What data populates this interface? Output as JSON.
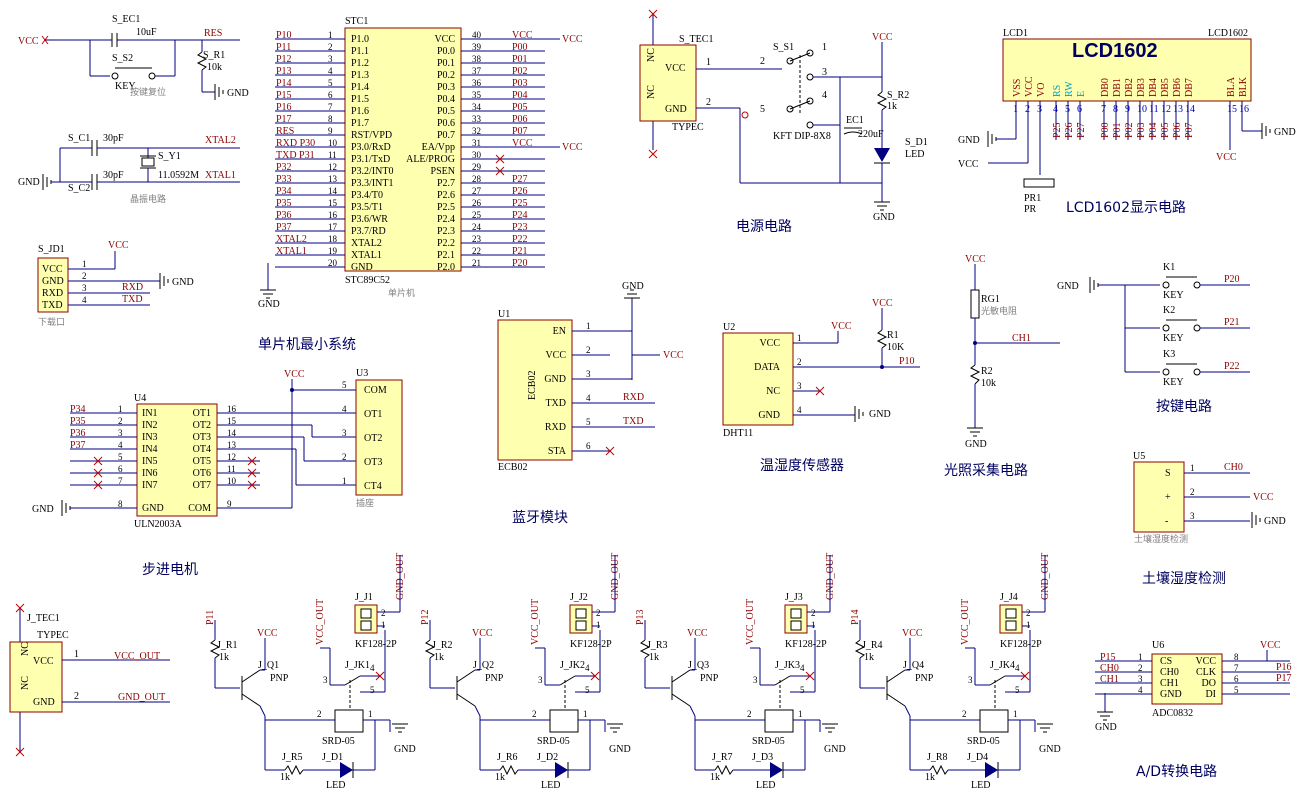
{
  "captions": {
    "mcu": "单片机最小系统",
    "power": "电源电路",
    "lcd": "LCD1602显示电路",
    "bt": "蓝牙模块",
    "dht": "温湿度传感器",
    "light": "光照采集电路",
    "keys": "按键电路",
    "stepper": "步进电机",
    "soil": "土壤湿度检测",
    "adc": "A/D转换电路",
    "reset_cn": "按键复位",
    "crystal_cn": "晶振电路",
    "mcu_cn": "单片机",
    "download_cn": "下载口",
    "socket_cn": "插座",
    "photores_cn": "光敏电阻",
    "soil_cn": "土壤湿度检测"
  },
  "nets": {
    "vcc": "VCC",
    "gnd": "GND",
    "res": "RES",
    "xtal1": "XTAL1",
    "xtal2": "XTAL2",
    "rxd": "RXD",
    "txd": "TXD",
    "vcc_out": "VCC_OUT",
    "gnd_out": "GND_OUT",
    "p10": "P10",
    "p11": "P11",
    "p12": "P12",
    "p13": "P13",
    "p14": "P14",
    "p15": "P15",
    "p16": "P16",
    "p17": "P17",
    "p20": "P20",
    "p21": "P21",
    "p22": "P22",
    "p34": "P34",
    "p35": "P35",
    "p36": "P36",
    "p37": "P37",
    "ch0": "CH0",
    "ch1": "CH1"
  },
  "reset": {
    "ref_c": "S_EC1",
    "val_c": "10uF",
    "ref_s": "S_S2",
    "ref_r": "S_R1",
    "val_r": "10k",
    "key": "KEY"
  },
  "crystal": {
    "c1": "S_C1",
    "c2": "S_C2",
    "cval": "30pF",
    "y": "S_Y1",
    "yval": "11.0592M"
  },
  "download": {
    "ref": "S_JD1",
    "pins": [
      "VCC",
      "GND",
      "RXD",
      "TXD"
    ],
    "nums": [
      "1",
      "2",
      "3",
      "4"
    ]
  },
  "mcu": {
    "ref": "STC1",
    "part": "STC89C52",
    "left_nets": [
      "P10",
      "P11",
      "P12",
      "P13",
      "P14",
      "P15",
      "P16",
      "P17",
      "RES",
      "RXD P30",
      "TXD P31",
      "P32",
      "P33",
      "P34",
      "P35",
      "P36",
      "P37",
      "XTAL2",
      "XTAL1",
      ""
    ],
    "left_nums": [
      "1",
      "2",
      "3",
      "4",
      "5",
      "6",
      "7",
      "8",
      "9",
      "10",
      "11",
      "12",
      "13",
      "14",
      "15",
      "16",
      "17",
      "18",
      "19",
      "20"
    ],
    "left_pins": [
      "P1.0",
      "P1.1",
      "P1.2",
      "P1.3",
      "P1.4",
      "P1.5",
      "P1.6",
      "P1.7",
      "RST/VPD",
      "P3.0/RxD",
      "P3.1/TxD",
      "P3.2/INT0",
      "P3.3/INT1",
      "P3.4/T0",
      "P3.5/T1",
      "P3.6/WR",
      "P3.7/RD",
      "XTAL2",
      "XTAL1",
      "GND"
    ],
    "right_pins": [
      "VCC",
      "P0.0",
      "P0.1",
      "P0.2",
      "P0.3",
      "P0.4",
      "P0.5",
      "P0.6",
      "P0.7",
      "EA/Vpp",
      "ALE/PROG",
      "PSEN",
      "P2.7",
      "P2.6",
      "P2.5",
      "P2.4",
      "P2.3",
      "P2.2",
      "P2.1",
      "P2.0"
    ],
    "right_nums": [
      "40",
      "39",
      "38",
      "37",
      "36",
      "35",
      "34",
      "33",
      "32",
      "31",
      "30",
      "29",
      "28",
      "27",
      "26",
      "25",
      "24",
      "23",
      "22",
      "21"
    ],
    "right_nets": [
      "VCC",
      "P00",
      "P01",
      "P02",
      "P03",
      "P04",
      "P05",
      "P06",
      "P07",
      "VCC",
      "",
      "",
      "P27",
      "P26",
      "P25",
      "P24",
      "P23",
      "P22",
      "P21",
      "P20"
    ]
  },
  "power": {
    "typec": "S_TEC1",
    "typec_part": "TYPEC",
    "nc": "NC",
    "vccpin": "VCC",
    "gndpin": "GND",
    "sw": "S_S1",
    "sw_part": "KFT DIP-8X8",
    "ec": "EC1",
    "ecval": "220uF",
    "r": "S_R2",
    "rval": "1k",
    "led": "S_D1",
    "ledpart": "LED"
  },
  "lcd": {
    "ref": "LCD1",
    "part": "LCD1602",
    "title": "LCD1602",
    "pins": [
      "VSS",
      "VCC",
      "VO",
      "RS",
      "RW",
      "E",
      "DB0",
      "DB1",
      "DB2",
      "DB3",
      "DB4",
      "DB5",
      "DB6",
      "DB7",
      "BLA",
      "BLK"
    ],
    "nums": [
      "1",
      "2",
      "3",
      "4",
      "5",
      "6",
      "7",
      "8",
      "9",
      "10",
      "11",
      "12",
      "13",
      "14",
      "15",
      "16"
    ],
    "nets": [
      "P25",
      "P26",
      "P27",
      "P00",
      "P01",
      "P02",
      "P03",
      "P04",
      "P05",
      "P06",
      "P07"
    ],
    "pot": "PR1",
    "potpart": "PR"
  },
  "bt": {
    "ref": "U1",
    "part": "ECB02",
    "pins": [
      "EN",
      "VCC",
      "GND",
      "TXD",
      "RXD",
      "STA"
    ],
    "nums": [
      "1",
      "2",
      "3",
      "4",
      "5",
      "6"
    ]
  },
  "dht": {
    "ref": "U2",
    "part": "DHT11",
    "pins": [
      "VCC",
      "DATA",
      "NC",
      "GND"
    ],
    "nums": [
      "1",
      "2",
      "3",
      "4"
    ],
    "r": "R1",
    "rval": "10K"
  },
  "light": {
    "rg": "RG1",
    "r": "R2",
    "rval": "10k"
  },
  "keys": {
    "k1": "K1",
    "k2": "K2",
    "k3": "K3",
    "key": "KEY"
  },
  "uln": {
    "ref": "U4",
    "part": "ULN2003A",
    "inpins": [
      "IN1",
      "IN2",
      "IN3",
      "IN4",
      "IN5",
      "IN6",
      "IN7",
      "GND"
    ],
    "innums": [
      "1",
      "2",
      "3",
      "4",
      "5",
      "6",
      "7",
      "8"
    ],
    "outpins": [
      "OT1",
      "OT2",
      "OT3",
      "OT4",
      "OT5",
      "OT6",
      "OT7",
      "COM"
    ],
    "outnums": [
      "16",
      "15",
      "14",
      "13",
      "12",
      "11",
      "10",
      "9"
    ]
  },
  "socket": {
    "ref": "U3",
    "pins": [
      "COM",
      "OT1",
      "OT2",
      "OT3",
      "CT4"
    ],
    "nums": [
      "5",
      "4",
      "3",
      "2",
      "1"
    ]
  },
  "soil": {
    "ref": "U5",
    "pins": [
      "S",
      "+",
      "-"
    ],
    "nums": [
      "1",
      "2",
      "3"
    ]
  },
  "adc": {
    "ref": "U6",
    "part": "ADC0832",
    "lpins": [
      "CS",
      "CH0",
      "CH1",
      "GND"
    ],
    "lnums": [
      "1",
      "2",
      "3",
      "4"
    ],
    "rpins": [
      "VCC",
      "CLK",
      "DO",
      "DI"
    ],
    "rnums": [
      "8",
      "7",
      "6",
      "5"
    ]
  },
  "typec2": {
    "ref": "J_TEC1",
    "part": "TYPEC"
  },
  "relays": [
    {
      "j": "J_J1",
      "r": "J_R1",
      "q": "J_Q1",
      "jk": "J_JK1",
      "rl": "J_R5",
      "d": "J_D1",
      "p": "P11"
    },
    {
      "j": "J_J2",
      "r": "J_R2",
      "q": "J_Q2",
      "jk": "J_JK2",
      "rl": "J_R6",
      "d": "J_D2",
      "p": "P12"
    },
    {
      "j": "J_J3",
      "r": "J_R3",
      "q": "J_Q3",
      "jk": "J_JK3",
      "rl": "J_R7",
      "d": "J_D3",
      "p": "P13"
    },
    {
      "j": "J_J4",
      "r": "J_R4",
      "q": "J_Q4",
      "jk": "J_JK4",
      "rl": "J_R8",
      "d": "J_D4",
      "p": "P14"
    }
  ],
  "relay_common": {
    "kf": "KF128-2P",
    "pnp": "PNP",
    "srd": "SRD-05",
    "led": "LED",
    "k1": "1k",
    "one": "1",
    "two": "2",
    "three": "3",
    "four": "4",
    "five": "5"
  }
}
